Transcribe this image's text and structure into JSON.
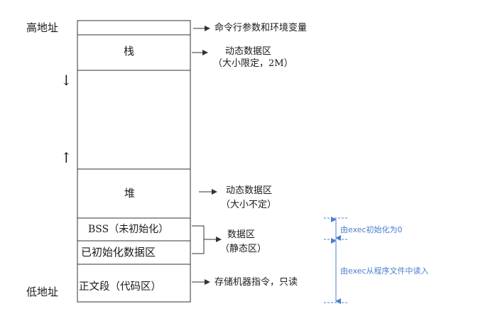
{
  "side_labels": {
    "high_address": "高地址",
    "low_address": "低地址",
    "down_arrow": "↓",
    "up_arrow": "↑"
  },
  "segments": {
    "stack": "栈",
    "heap": "堆",
    "bss": "BSS（未初始化）",
    "data": "已初始化数据区",
    "text": "正文段（代码区）"
  },
  "notes": {
    "cmdline": "命令行参数和环境变量",
    "stack_line1": "动态数据区",
    "stack_line2": "（大小限定，2M）",
    "heap_line1": "动态数据区",
    "heap_line2": "（大小不定）",
    "static_line1": "数据区",
    "static_line2": "（静态区）",
    "text_note": "存储机器指令，只读"
  },
  "exec_notes": {
    "zero_init": "由exec初始化为0",
    "read_from_file": "由exec从程序文件中读入"
  },
  "colors": {
    "line": "#333333",
    "accent": "#4a7fd0"
  }
}
